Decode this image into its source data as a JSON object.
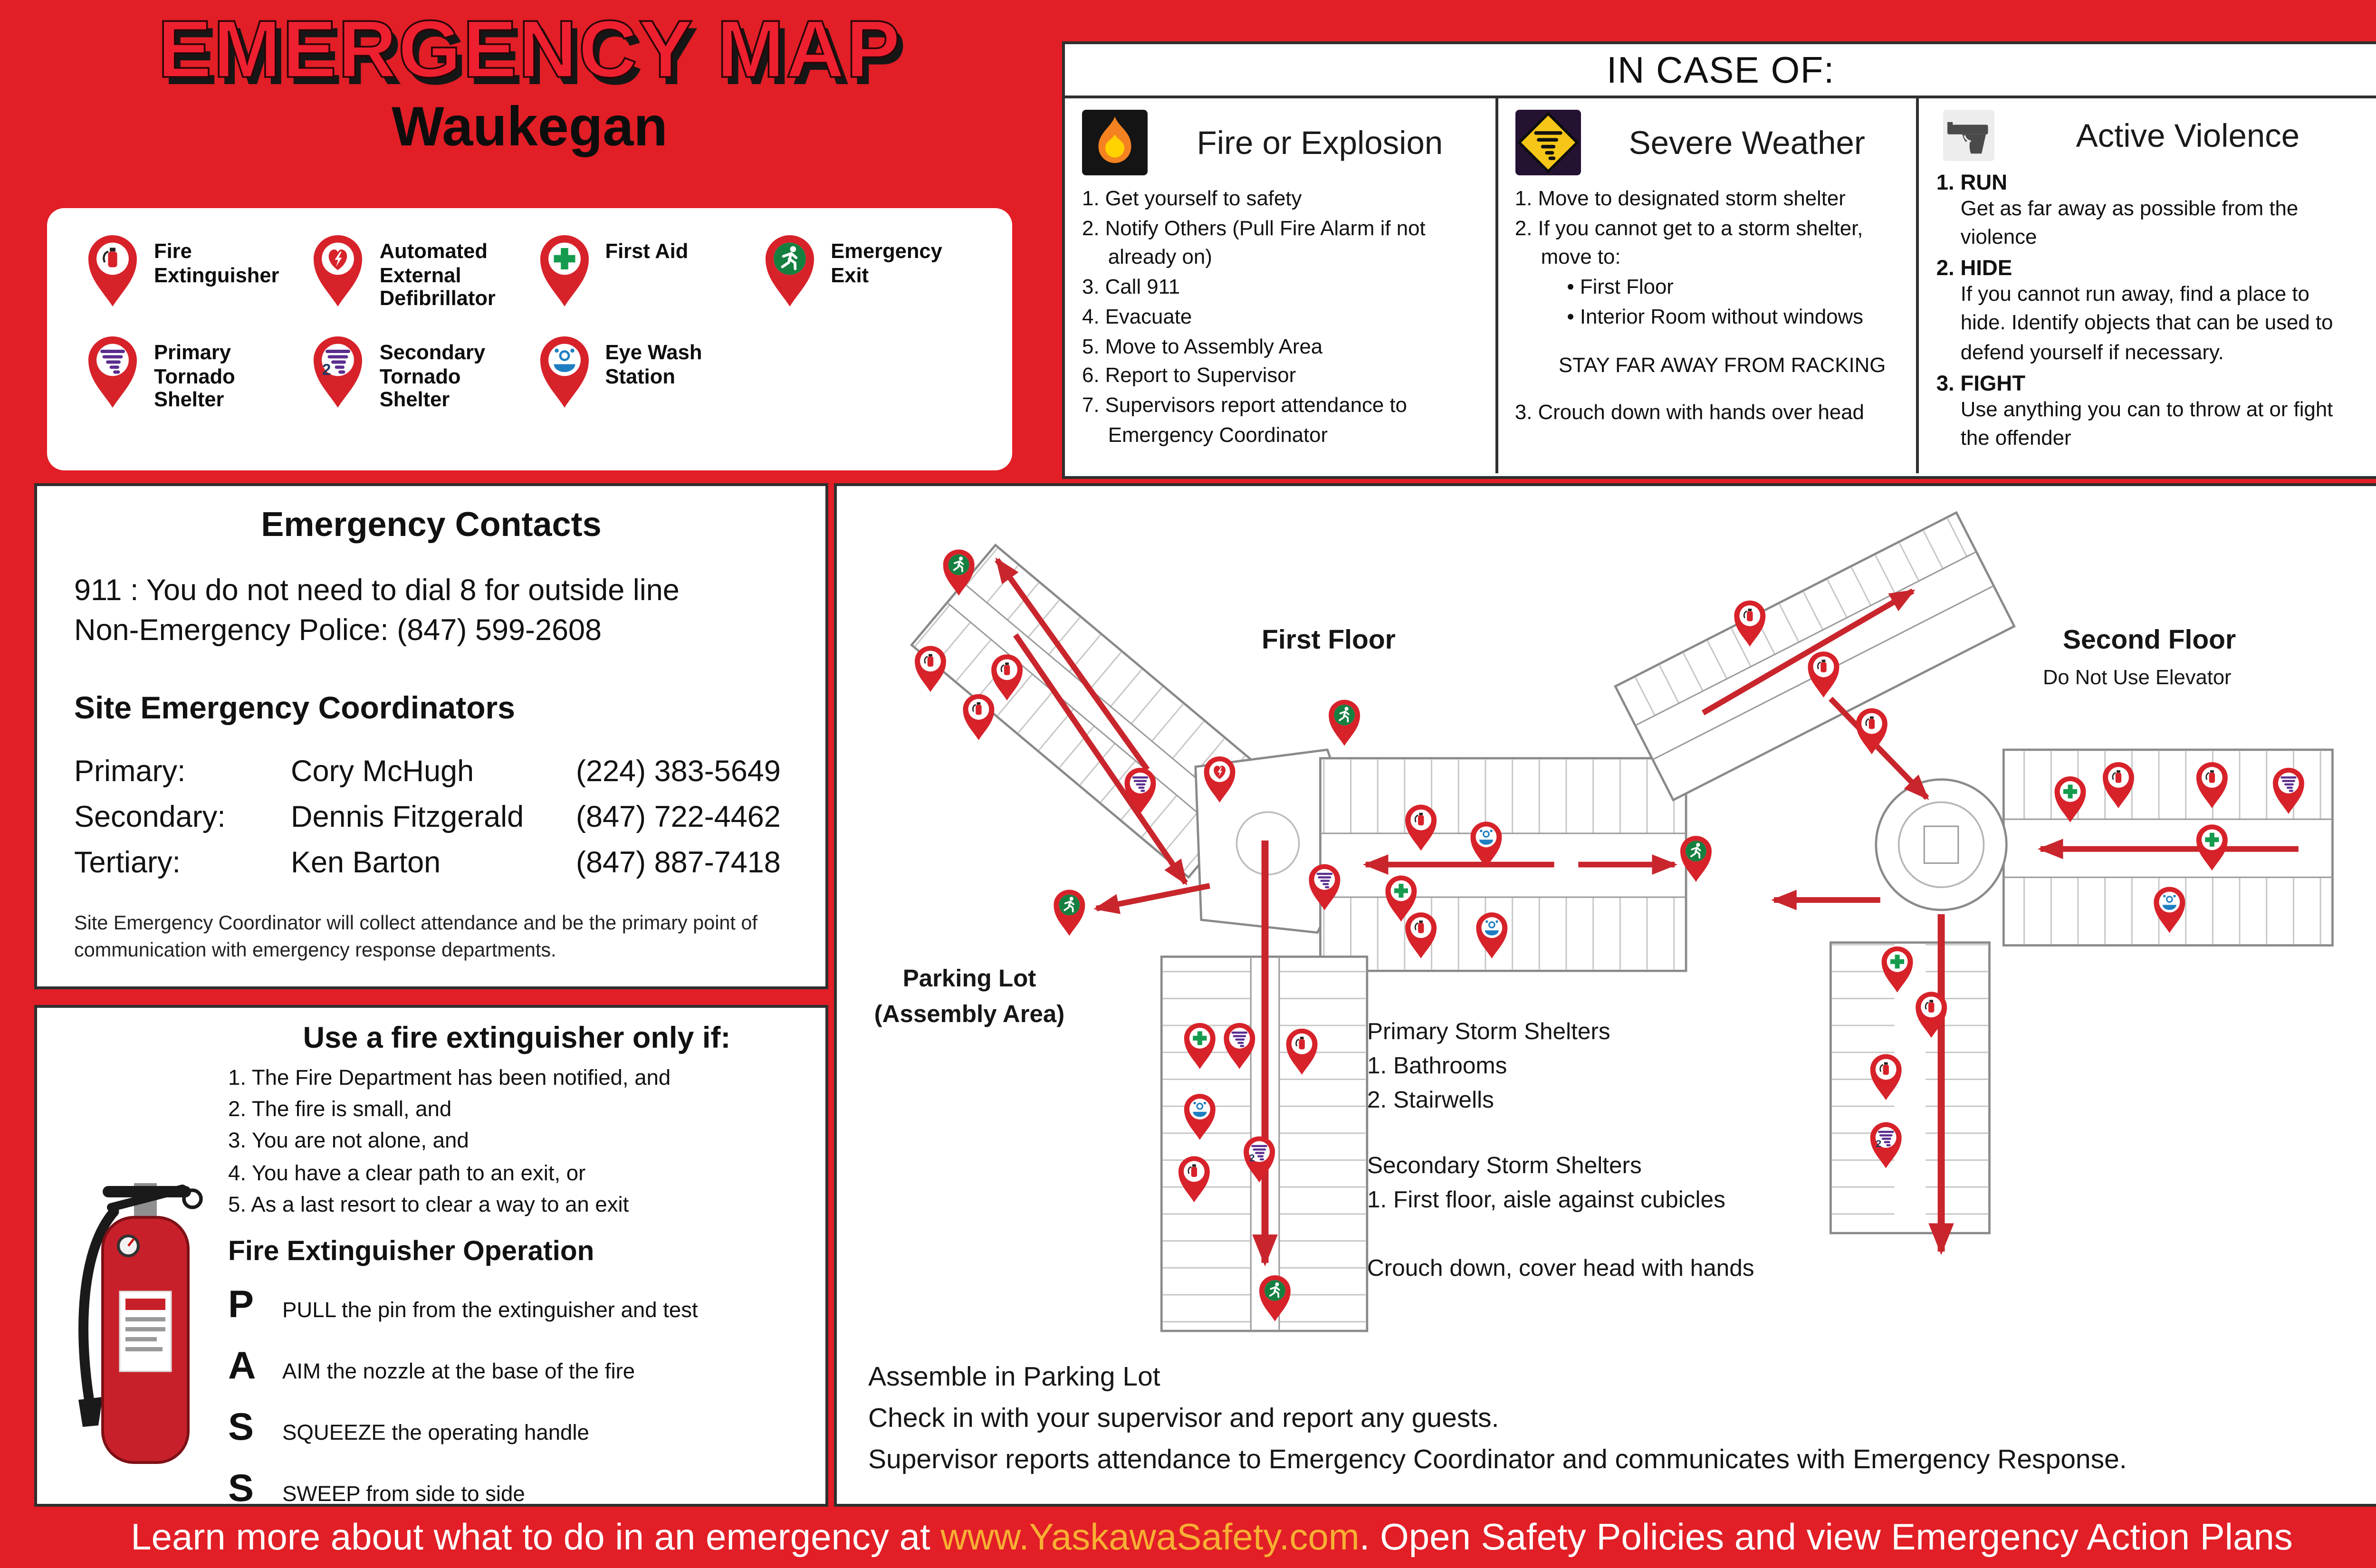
{
  "title": "EMERGENCY MAP",
  "subtitle": "Waukegan",
  "legend": {
    "items": [
      {
        "label": "Fire Extinguisher",
        "icon": "fire-extinguisher-pin"
      },
      {
        "label": "Automated External Defibrillator",
        "icon": "aed-pin"
      },
      {
        "label": "First Aid",
        "icon": "first-aid-pin"
      },
      {
        "label": "Emergency Exit",
        "icon": "emergency-exit-pin"
      },
      {
        "label": "Primary Tornado Shelter",
        "icon": "primary-tornado-shelter-pin"
      },
      {
        "label": "Secondary Tornado Shelter",
        "icon": "secondary-tornado-shelter-pin"
      },
      {
        "label": "Eye Wash Station",
        "icon": "eye-wash-station-pin"
      }
    ]
  },
  "in_case_of": {
    "heading": "IN CASE OF:",
    "fire": {
      "title": "Fire or Explosion",
      "steps": [
        "1. Get yourself to safety",
        "2. Notify Others (Pull Fire Alarm if not already on)",
        "3. Call 911",
        "4. Evacuate",
        "5. Move to Assembly Area",
        "6. Report to Supervisor",
        "7. Supervisors report attendance to Emergency Coordinator"
      ]
    },
    "weather": {
      "title": "Severe Weather",
      "steps": [
        "1. Move to designated storm shelter",
        "2. If you cannot get to a storm shelter, move to:",
        "• First Floor",
        "• Interior Room without windows",
        "STAY FAR AWAY FROM RACKING",
        "3. Crouch down with hands over head"
      ]
    },
    "violence": {
      "title": "Active Violence",
      "steps": [
        {
          "heading": "1. RUN",
          "body": "Get as far away as possible from the violence"
        },
        {
          "heading": "2. HIDE",
          "body": "If you cannot run away, find a place to hide. Identify objects that can be used to defend yourself if necessary."
        },
        {
          "heading": "3. FIGHT",
          "body": "Use anything you can to throw at or fight the offender"
        }
      ]
    }
  },
  "contacts": {
    "title": "Emergency Contacts",
    "line1": "911 : You do not need to dial 8 for outside line",
    "line2": "Non-Emergency Police: (847) 599-2608",
    "coordinators_title": "Site Emergency Coordinators",
    "coordinators": [
      {
        "role": "Primary:",
        "name": "Cory McHugh",
        "phone": "(224) 383-5649"
      },
      {
        "role": "Secondary:",
        "name": "Dennis Fitzgerald",
        "phone": "(847) 722-4462"
      },
      {
        "role": "Tertiary:",
        "name": "Ken Barton",
        "phone": "(847) 887-7418"
      }
    ],
    "footnote": "Site Emergency Coordinator will collect attendance and be the primary point of communication with emergency response departments."
  },
  "extinguisher": {
    "title": "Use a fire extinguisher only if:",
    "conditions": [
      "1. The Fire Department has been notified, and",
      "2. The fire is small, and",
      "3. You are not alone, and",
      "4. You have a clear path to an exit, or",
      "5. As a last resort to clear a way to an exit"
    ],
    "operation_title": "Fire Extinguisher Operation",
    "pass_steps": [
      {
        "letter": "P",
        "text": "PULL the pin from the extinguisher and test"
      },
      {
        "letter": "A",
        "text": "AIM the nozzle at the base of the fire"
      },
      {
        "letter": "S",
        "text": "SQUEEZE the operating handle"
      },
      {
        "letter": "S",
        "text": "SWEEP from side to side"
      }
    ]
  },
  "floor_plan": {
    "first_floor_label": "First Floor",
    "second_floor_label": "Second Floor",
    "elevator_note": "Do Not Use Elevator",
    "parking_label_1": "Parking Lot",
    "parking_label_2": "(Assembly Area)",
    "primary_shelters": {
      "title": "Primary Storm Shelters",
      "items": [
        "1. Bathrooms",
        "2. Stairwells"
      ]
    },
    "secondary_shelters": {
      "title": "Secondary Storm Shelters",
      "items": [
        "1. First floor, aisle against cubicles"
      ]
    },
    "crouch_note": "Crouch down, cover head with hands",
    "assembly_lines": [
      "Assemble in Parking Lot",
      "Check in with your supervisor and report any guests.",
      "Supervisor reports attendance to Emergency Coordinator and communicates with Emergency Response."
    ]
  },
  "footer": {
    "prefix": "Learn more about what to do in an emergency at ",
    "link": "www.YaskawaSafety.com",
    "suffix": ". Open Safety Policies and view Emergency Action Plans"
  },
  "colors": {
    "background": "#E21E26",
    "pin_red": "#D7222A",
    "arrow_red": "#C9252C",
    "link_yellow": "#F7B034"
  }
}
